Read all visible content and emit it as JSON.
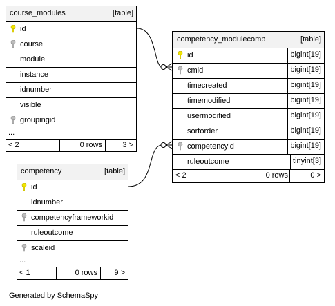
{
  "tables": {
    "course_modules": {
      "name": "course_modules",
      "kind": "[table]",
      "columns": [
        {
          "name": "id",
          "icon": "primary-key-icon"
        },
        {
          "name": "course",
          "icon": "foreign-key-icon"
        },
        {
          "name": "module",
          "icon": ""
        },
        {
          "name": "instance",
          "icon": ""
        },
        {
          "name": "idnumber",
          "icon": ""
        },
        {
          "name": "visible",
          "icon": ""
        },
        {
          "name": "groupingid",
          "icon": "foreign-key-icon"
        }
      ],
      "more": "...",
      "footer": {
        "parents": "< 2",
        "rows": "0 rows",
        "children": "3 >"
      }
    },
    "competency_modulecomp": {
      "name": "competency_modulecomp",
      "kind": "[table]",
      "columns": [
        {
          "name": "id",
          "icon": "primary-key-icon",
          "type": "bigint[19]"
        },
        {
          "name": "cmid",
          "icon": "foreign-key-icon",
          "type": "bigint[19]"
        },
        {
          "name": "timecreated",
          "icon": "",
          "type": "bigint[19]"
        },
        {
          "name": "timemodified",
          "icon": "",
          "type": "bigint[19]"
        },
        {
          "name": "usermodified",
          "icon": "",
          "type": "bigint[19]"
        },
        {
          "name": "sortorder",
          "icon": "",
          "type": "bigint[19]"
        },
        {
          "name": "competencyid",
          "icon": "foreign-key-icon",
          "type": "bigint[19]"
        },
        {
          "name": "ruleoutcome",
          "icon": "",
          "type": "tinyint[3]"
        }
      ],
      "footer": {
        "parents": "< 2",
        "rows": "0 rows",
        "children": "0 >"
      }
    },
    "competency": {
      "name": "competency",
      "kind": "[table]",
      "columns": [
        {
          "name": "id",
          "icon": "primary-key-icon"
        },
        {
          "name": "idnumber",
          "icon": ""
        },
        {
          "name": "competencyframeworkid",
          "icon": "foreign-key-icon"
        },
        {
          "name": "ruleoutcome",
          "icon": ""
        },
        {
          "name": "scaleid",
          "icon": "foreign-key-icon"
        }
      ],
      "more": "...",
      "footer": {
        "parents": "< 1",
        "rows": "0 rows",
        "children": "9 >"
      }
    }
  },
  "colors": {
    "primary_key": "#f2e600",
    "foreign_key": "#bdbdbd",
    "header_bg": "#f2f2f2"
  },
  "credit": "Generated by SchemaSpy"
}
